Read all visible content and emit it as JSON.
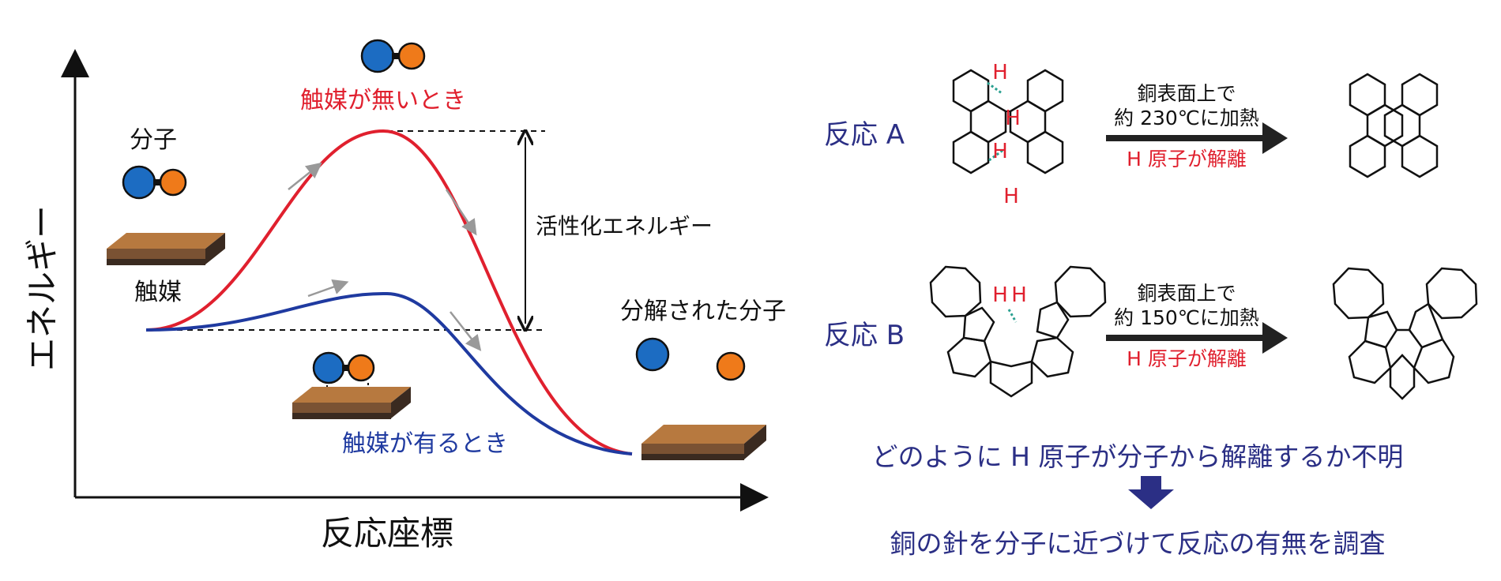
{
  "left_panel": {
    "y_axis_label": "エネルギー",
    "x_axis_label": "反応座標",
    "molecule_label": "分子",
    "catalyst_label": "触媒",
    "no_catalyst_label": "触媒が無いとき",
    "with_catalyst_label": "触媒が有るとき",
    "activation_energy_label": "活性化エネルギー",
    "decomposed_label": "分解された分子"
  },
  "right_panel": {
    "reaction_a": {
      "label": "反応 A",
      "cond_line1": "銅表面上で",
      "cond_line2": "約 230℃に加熱",
      "cond_line3": "H 原子が解離",
      "h_atoms": [
        "H",
        "H",
        "H",
        "H"
      ]
    },
    "reaction_b": {
      "label": "反応 B",
      "cond_line1": "銅表面上で",
      "cond_line2": "約 150℃に加熱",
      "cond_line3": "H 原子が解離",
      "h_atoms": [
        "H",
        "H"
      ]
    },
    "question_text": "どのように H 原子が分子から解離するか不明",
    "conclusion_text": "銅の針を分子に近づけて反応の有無を調査"
  },
  "colors": {
    "red": "#e0202e",
    "blue": "#1f3aa0",
    "navy": "#2b2f85",
    "atom_blue": "#1c6cc2",
    "atom_orange": "#ef7a1a",
    "catalyst_top": "#b7793f",
    "catalyst_side": "#3a2a20"
  }
}
